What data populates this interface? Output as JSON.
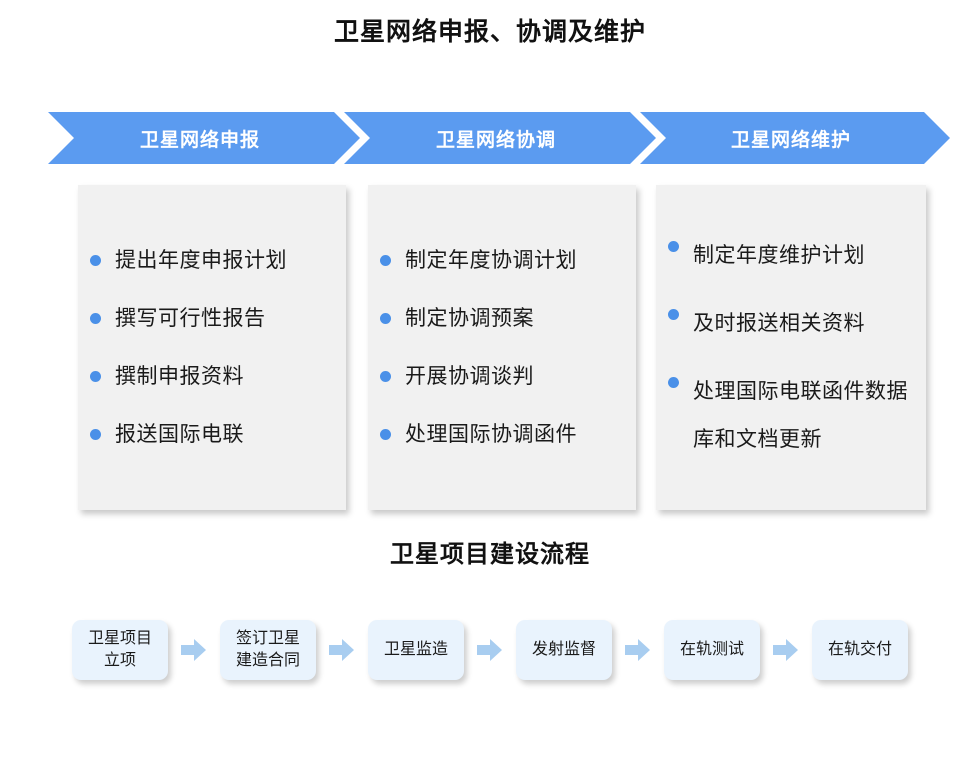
{
  "page": {
    "title": "卫星网络申报、协调及维护",
    "section_title": "卫星项目建设流程"
  },
  "colors": {
    "banner_blue": "#5b9bf0",
    "bullet_blue": "#4a90e8",
    "card_gray": "#f1f1f1",
    "flow_box_blue": "#e9f3fd",
    "flow_arrow_blue": "#a8cdf0",
    "text_dark": "#1a1a1a",
    "background": "#ffffff"
  },
  "banner": {
    "segments": [
      {
        "label": "卫星网络申报"
      },
      {
        "label": "卫星网络协调"
      },
      {
        "label": "卫星网络维护"
      }
    ]
  },
  "cards": [
    {
      "name": "declaration-card",
      "items": [
        "提出年度申报计划",
        "撰写可行性报告",
        "撰制申报资料",
        "报送国际电联"
      ]
    },
    {
      "name": "coordination-card",
      "items": [
        "制定年度协调计划",
        "制定协调预案",
        "开展协调谈判",
        "处理国际协调函件"
      ]
    },
    {
      "name": "maintenance-card",
      "items": [
        "制定年度维护计划",
        "及时报送相关资料",
        "处理国际电联函件数据库和文档更新"
      ]
    }
  ],
  "flow": {
    "steps": [
      {
        "label": "卫星项目\n立项"
      },
      {
        "label": "签订卫星\n建造合同"
      },
      {
        "label": "卫星监造"
      },
      {
        "label": "发射监督"
      },
      {
        "label": "在轨测试"
      },
      {
        "label": "在轨交付"
      }
    ],
    "arrow_icon": "right-arrow-icon"
  }
}
